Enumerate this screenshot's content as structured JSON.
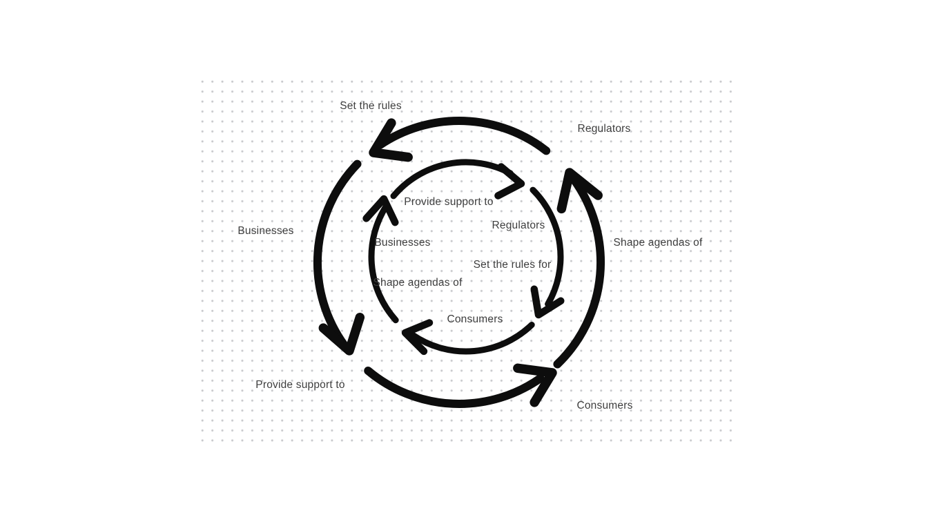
{
  "page": {
    "background_color": "#ffffff",
    "grid_dot_color": "#c8c9cc"
  },
  "diagram": {
    "type": "dual-circular-cycle",
    "arrow_color": "#0d0d0d",
    "text_color": "#3d3d3d",
    "entities": [
      "Regulators",
      "Businesses",
      "Consumers"
    ],
    "outer_cycle": {
      "direction": "counterclockwise",
      "labels": {
        "set_the_rules": "Set the rules",
        "regulators": "Regulators",
        "shape_agendas_of": "Shape agendas of",
        "consumers": "Consumers",
        "provide_support_to": "Provide support to",
        "businesses": "Businesses"
      }
    },
    "inner_cycle": {
      "direction": "clockwise",
      "labels": {
        "provide_support_to": "Provide support to",
        "regulators": "Regulators",
        "businesses": "Businesses",
        "set_the_rules_for": "Set the rules for",
        "shape_agendas_of": "Shape agendas of",
        "consumers": "Consumers"
      }
    }
  }
}
